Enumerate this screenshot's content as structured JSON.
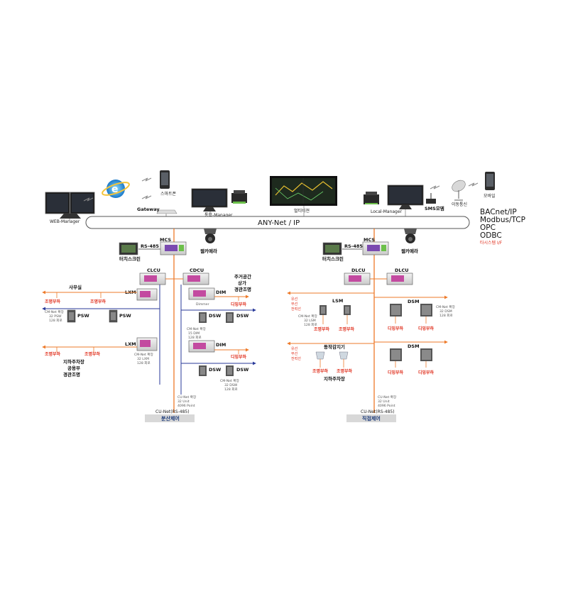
{
  "top": {
    "web_manager": "WEB-Manager",
    "smartphone": "스마트폰",
    "gateway": "Gateway",
    "integrated_manager": "통합-Manager",
    "multivision": "멀티비젼",
    "local_manager": "Local-Manager",
    "sms_module": "SMS모뎀",
    "mobile_comm": "이동통신",
    "mobile": "모바일"
  },
  "bus": {
    "label": "ANY-Net / IP"
  },
  "protocols": {
    "items": [
      "BACnet/IP",
      "Modbus/TCP",
      "OPC",
      "ODBC"
    ],
    "note": "타시스템 I/F"
  },
  "left": {
    "mcs": "MCS",
    "rs485": "RS-485",
    "touchscreen": "터치스크린",
    "camera": "웹카메라",
    "clcu": "CLCU",
    "cdcu": "CDCU",
    "office": "사무실",
    "residential": [
      "주거공간",
      "상가",
      "경관조명"
    ],
    "lxm": "LXM",
    "lighting_load": "조명부하",
    "psw": "PSW",
    "psw_note": [
      "CM-Net 확장",
      "32 PSW",
      "128 회로"
    ],
    "dim": "DIM",
    "dimmer": "Dimmer",
    "dimming_load": "디밍부하",
    "dsw": "DSW",
    "dim_note": [
      "CM-Net 확장",
      "15 DIM",
      "128 회로"
    ],
    "lxm_note": [
      "CM-Net 확장",
      "32 LXM",
      "128 회로"
    ],
    "parking": [
      "지하주차장",
      "공용부",
      "경관조명"
    ],
    "dsw_note": [
      "CM-Net 확장",
      "32 DSW",
      "128 회로"
    ],
    "cu_note": [
      "CU-Net 확장",
      "32 Unit",
      "4096 Point"
    ],
    "cu_net": "CU-Net(RS-485)",
    "footer": "분산제어"
  },
  "right": {
    "mcs": "MCS",
    "rs485": "RS-485",
    "touchscreen": "터치스크린",
    "camera": "웹카메라",
    "dlcu": "DLCU",
    "lsm": "LSM",
    "dsm": "DSM",
    "power": [
      "유선",
      "무선",
      "전력선"
    ],
    "lsm_note": [
      "CM-Net 확장",
      "32 LSM",
      "128 회로"
    ],
    "dsm_note": [
      "CM-Net 확장",
      "32 DSM",
      "128 회로"
    ],
    "motion_sensor": "동작감지기",
    "parking": "지하주차장",
    "lighting_load": "조명부하",
    "dimming_load": "디밍부하",
    "cu_note": [
      "CU-Net 확장",
      "32 Unit",
      "4096 Point"
    ],
    "cu_net": "CU-Net(RS-485)",
    "footer": "직접제어"
  }
}
